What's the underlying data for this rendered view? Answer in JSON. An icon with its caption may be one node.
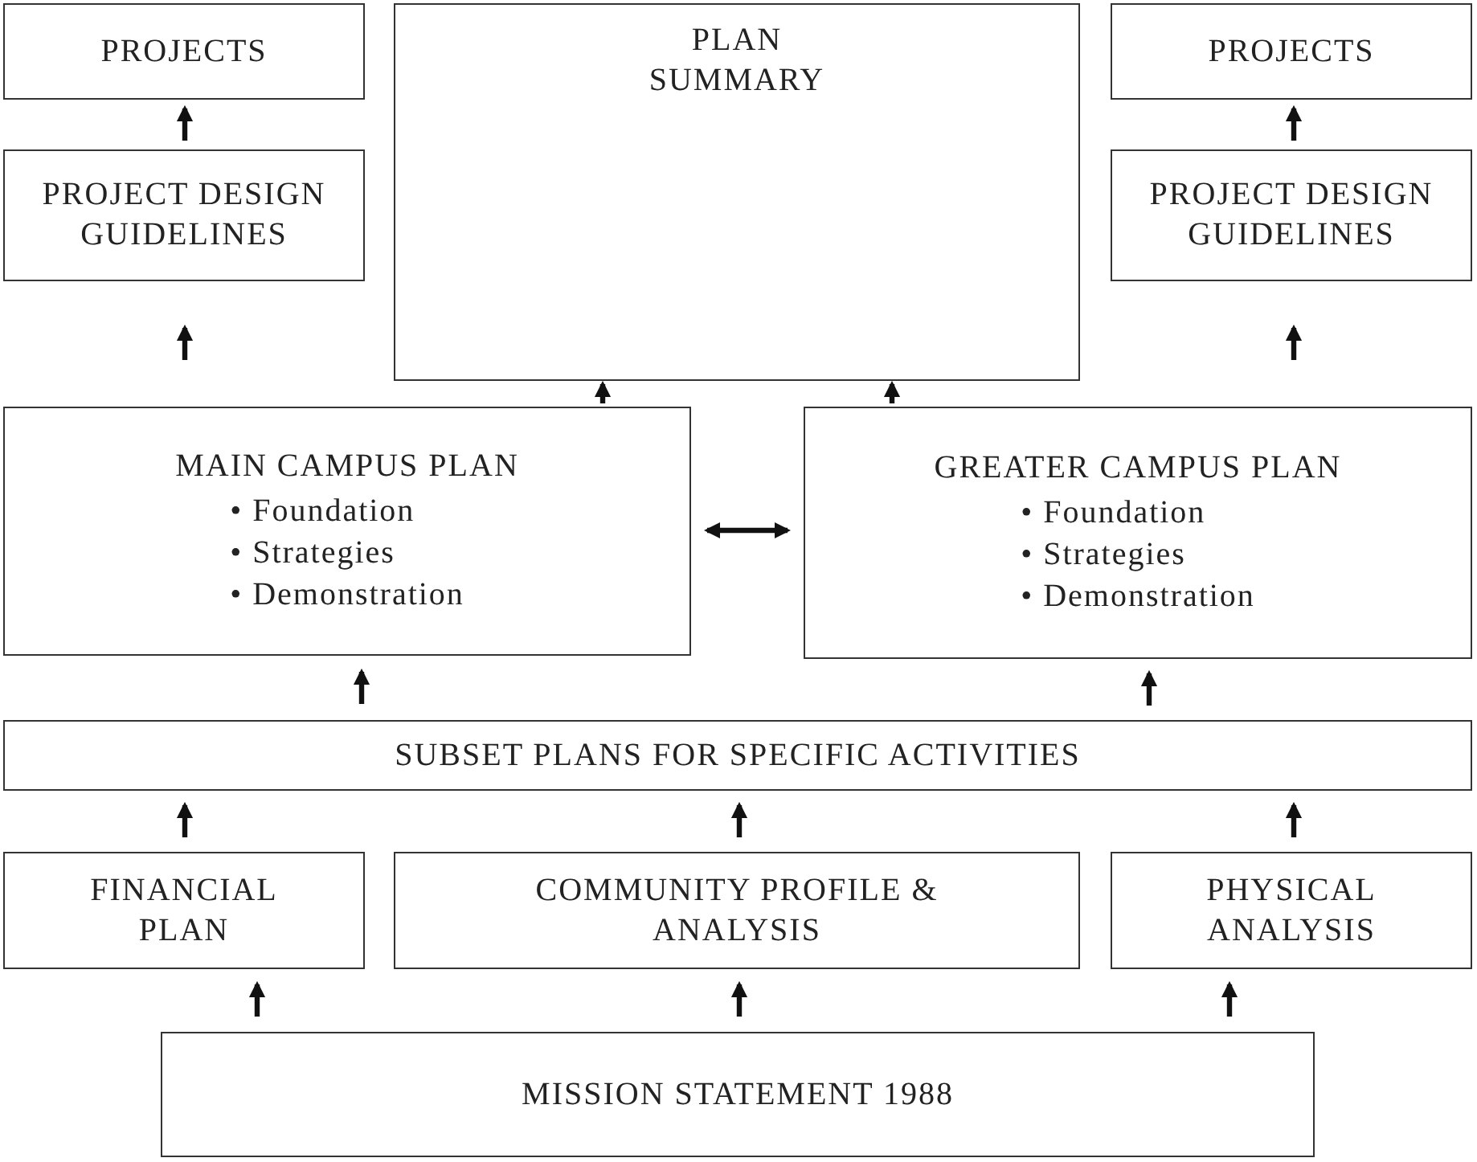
{
  "diagram": {
    "nodes": [
      {
        "text": [
          "PROJECTS"
        ]
      },
      {
        "text": [
          "PROJECT DESIGN GUIDELINES"
        ]
      },
      {
        "text": [
          "PLAN SUMMARY"
        ]
      },
      {
        "text": [
          "PROJECTS"
        ]
      },
      {
        "text": [
          "PROJECT DESIGN GUIDELINES"
        ]
      },
      {
        "text": [
          "MAIN CAMPUS PLAN",
          "• Foundation",
          "• Strategies",
          "• Demonstration"
        ]
      },
      {
        "text": [
          "GREATER CAMPUS PLAN",
          "• Foundation",
          "• Strategies",
          "• Demonstration"
        ]
      },
      {
        "text": [
          "SUBSET PLANS FOR SPECIFIC ACTIVITIES"
        ]
      },
      {
        "text": [
          "FINANCIAL PLAN"
        ]
      },
      {
        "text": [
          "COMMUNITY PROFILE & ANALYSIS"
        ]
      },
      {
        "text": [
          "PHYSICAL ANALYSIS"
        ]
      },
      {
        "text": [
          "MISSION STATEMENT 1988"
        ]
      }
    ],
    "edges": [
      {
        "from": 1,
        "to": 0,
        "arrow": "to"
      },
      {
        "from": 5,
        "to": 1,
        "arrow": "to"
      },
      {
        "from": 5,
        "to": 2,
        "arrow": "to"
      },
      {
        "from": 6,
        "to": 2,
        "arrow": "to"
      },
      {
        "from": 6,
        "to": 4,
        "arrow": "to"
      },
      {
        "from": 4,
        "to": 3,
        "arrow": "to"
      },
      {
        "from": 5,
        "to": 6,
        "arrow": "both"
      },
      {
        "from": 7,
        "to": 5,
        "arrow": "to"
      },
      {
        "from": 7,
        "to": 6,
        "arrow": "to"
      },
      {
        "from": 8,
        "to": 7,
        "arrow": "to"
      },
      {
        "from": 9,
        "to": 7,
        "arrow": "to"
      },
      {
        "from": 10,
        "to": 7,
        "arrow": "to"
      },
      {
        "from": 11,
        "to": 8,
        "arrow": "to"
      },
      {
        "from": 11,
        "to": 9,
        "arrow": "to"
      },
      {
        "from": 11,
        "to": 10,
        "arrow": "to"
      }
    ]
  }
}
